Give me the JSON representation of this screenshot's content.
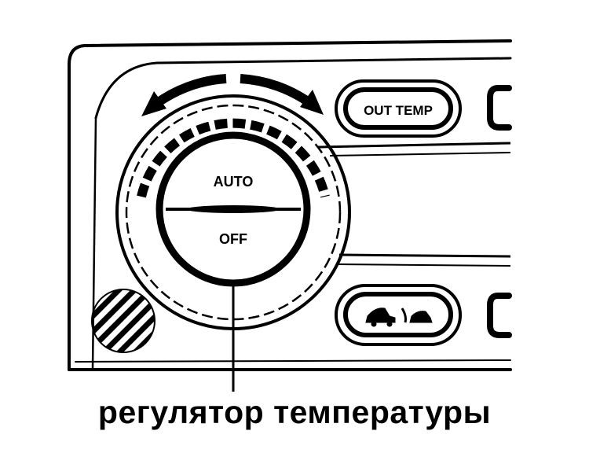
{
  "diagram": {
    "knob": {
      "label_top": "AUTO",
      "label_bottom": "OFF"
    },
    "buttons": {
      "out_temp_label": "OUT TEMP",
      "mode_icon": "car-airflow-icon"
    },
    "caption": "регулятор температуры"
  },
  "colors": {
    "ink": "#000000",
    "paper": "#ffffff"
  }
}
